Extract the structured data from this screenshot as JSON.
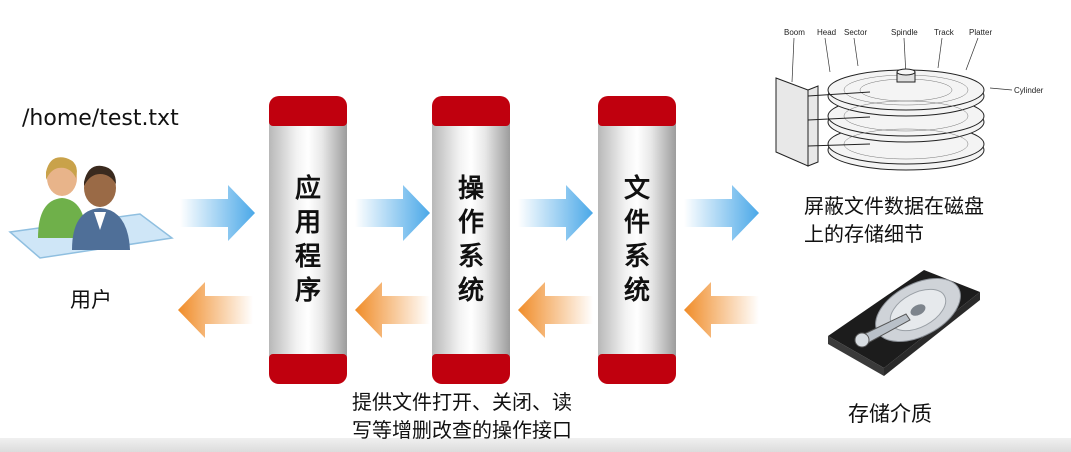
{
  "file_path": "/home/test.txt",
  "user": {
    "label": "用户",
    "icon": "users-icon"
  },
  "columns": [
    {
      "id": "app",
      "chars": [
        "应",
        "用",
        "程",
        "序"
      ]
    },
    {
      "id": "os",
      "chars": [
        "操",
        "作",
        "系",
        "统"
      ]
    },
    {
      "id": "fs",
      "chars": [
        "文",
        "件",
        "系",
        "统"
      ]
    }
  ],
  "os_caption": [
    "提供文件打开、关闭、读",
    "写等增删改查的操作接口"
  ],
  "fs_caption": [
    "屏蔽文件数据在磁盘",
    "上的存储细节"
  ],
  "storage_label": "存储介质",
  "disk_diagram_labels": {
    "boom": "Boom",
    "head": "Head",
    "sector": "Sector",
    "spindle": "Spindle",
    "track": "Track",
    "platter": "Platter",
    "cylinder": "Cylinder"
  },
  "colors": {
    "column_cap": "#c0000e",
    "arrow_right": "#4aa8e8",
    "arrow_left": "#f08c28"
  }
}
